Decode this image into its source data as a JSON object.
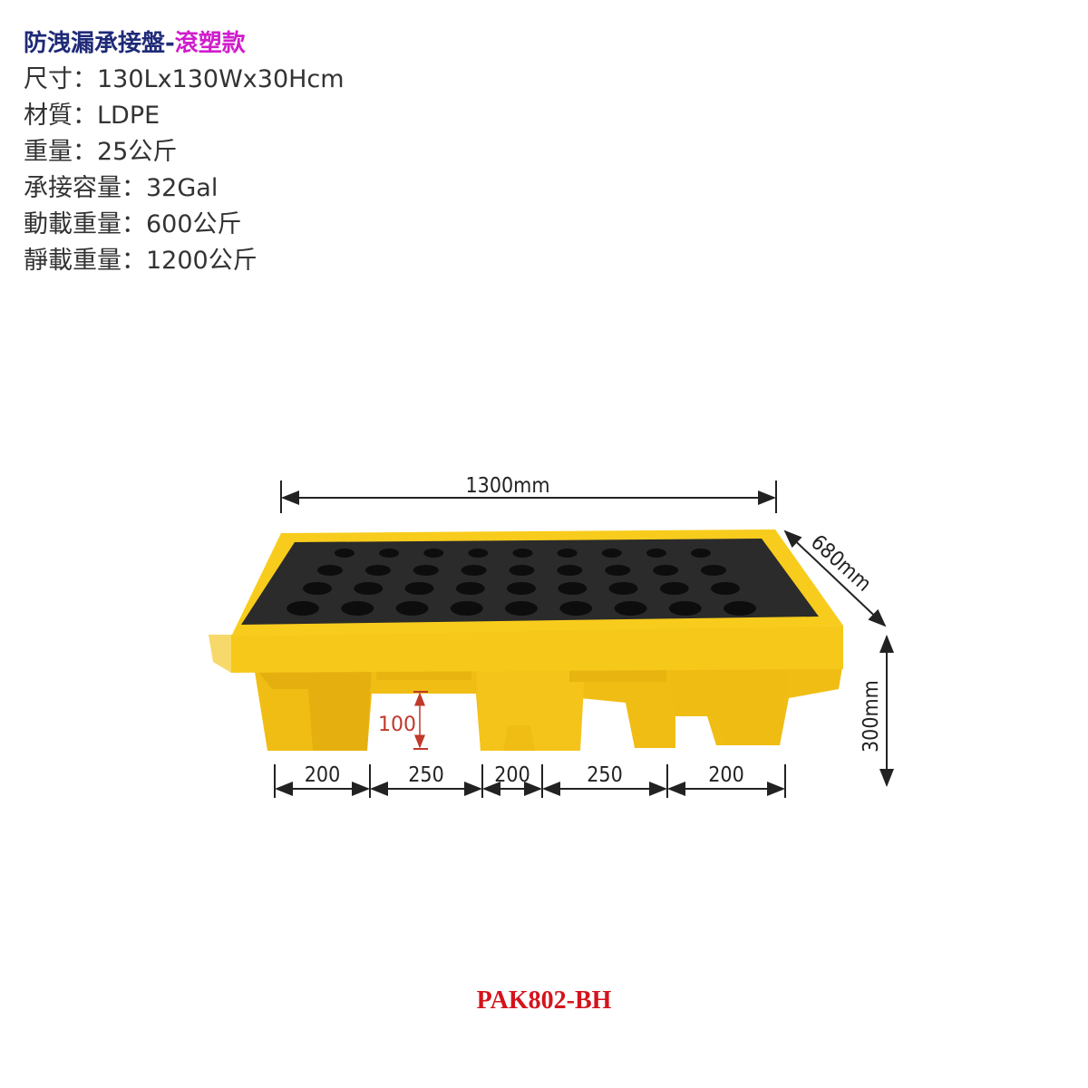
{
  "title": {
    "main": "防洩漏承接盤-",
    "variant": "滾塑款"
  },
  "specs": [
    {
      "label": "尺寸",
      "value": "130Lx130Wx30Hcm"
    },
    {
      "label": "材質",
      "value": "LDPE"
    },
    {
      "label": "重量",
      "value": "25公斤"
    },
    {
      "label": "承接容量",
      "value": "32Gal"
    },
    {
      "label": "動載重量",
      "value": "600公斤"
    },
    {
      "label": "靜載重量",
      "value": "1200公斤"
    }
  ],
  "separator": "：",
  "dimensions": {
    "length": "1300mm",
    "width": "680mm",
    "height": "300mm",
    "clearance": "100",
    "segments": [
      "200",
      "250",
      "200",
      "250",
      "200"
    ]
  },
  "colors": {
    "title": "#1f2a78",
    "accent": "#d01ccc",
    "pallet": "#f5c518",
    "grid": "#2b2b2b",
    "clearance": "#c0392b",
    "model": "#d4141d"
  },
  "model": "PAK802-BH"
}
